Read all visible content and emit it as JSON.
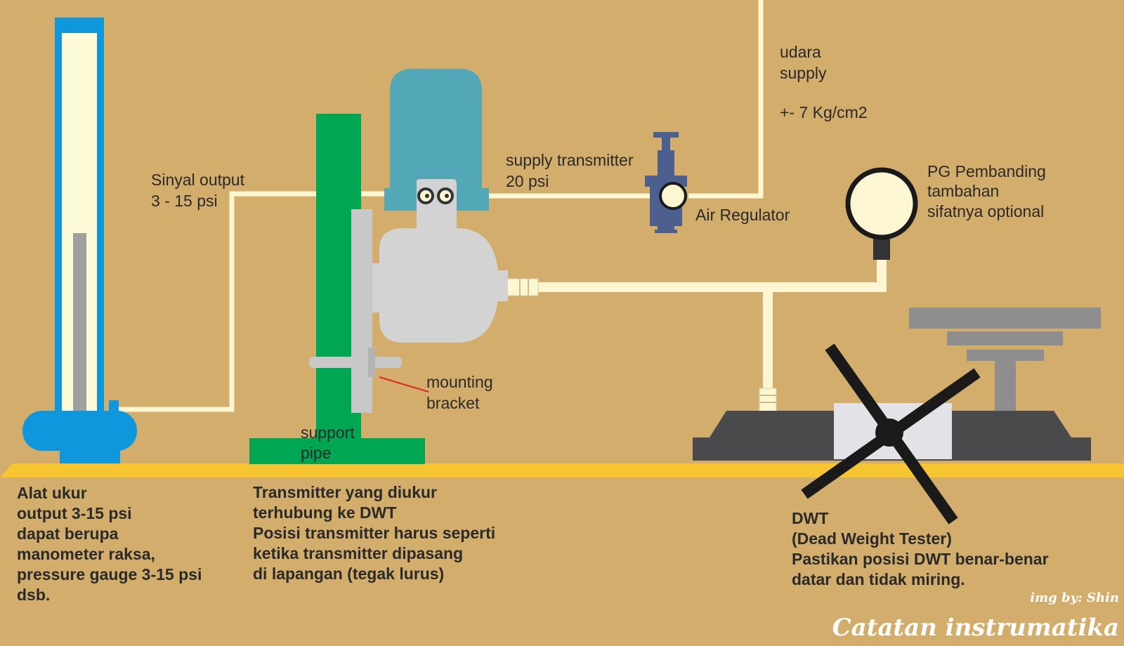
{
  "labels": {
    "udara_supply": [
      "udara",
      "supply"
    ],
    "pressure": "+- 7 Kg/cm2",
    "supply_transmitter": [
      "supply transmitter",
      "20 psi"
    ],
    "sinyal_output": [
      "Sinyal output",
      "3 - 15 psi"
    ],
    "air_regulator": "Air Regulator",
    "pg_pembanding": [
      "PG Pembanding",
      "tambahan",
      "sifatnya optional"
    ],
    "mounting_bracket": [
      "mounting",
      "bracket"
    ],
    "support_pipe": [
      "support",
      "pipe"
    ]
  },
  "notes": {
    "alat_ukur": [
      "Alat ukur",
      "output 3-15 psi",
      "dapat berupa",
      "manometer raksa,",
      "pressure gauge 3-15 psi",
      "dsb."
    ],
    "transmitter": [
      "Transmitter yang diukur",
      "terhubung ke DWT",
      "Posisi transmitter harus seperti",
      "ketika transmitter dipasang",
      "di lapangan (tegak lurus)"
    ],
    "dwt": [
      "DWT",
      "(Dead Weight Tester)",
      "Pastikan posisi DWT benar-benar",
      "datar dan tidak miring."
    ]
  },
  "credit": {
    "img_by": "img by: Shin",
    "site": "Catatan instrumatika"
  },
  "colors": {
    "background": "#d3ad6b",
    "floor": "#f7c531",
    "tube_line": "#fdf6d2",
    "manometer_blue": "#0f97dd",
    "support_green": "#00a651",
    "transmitter_teal": "#52a8b6",
    "transmitter_grey": "#d3d3d3",
    "regulator_blue": "#4d5f8e",
    "dwt_dark": "#4a4a4c",
    "weights_grey": "#8e8e8e"
  }
}
